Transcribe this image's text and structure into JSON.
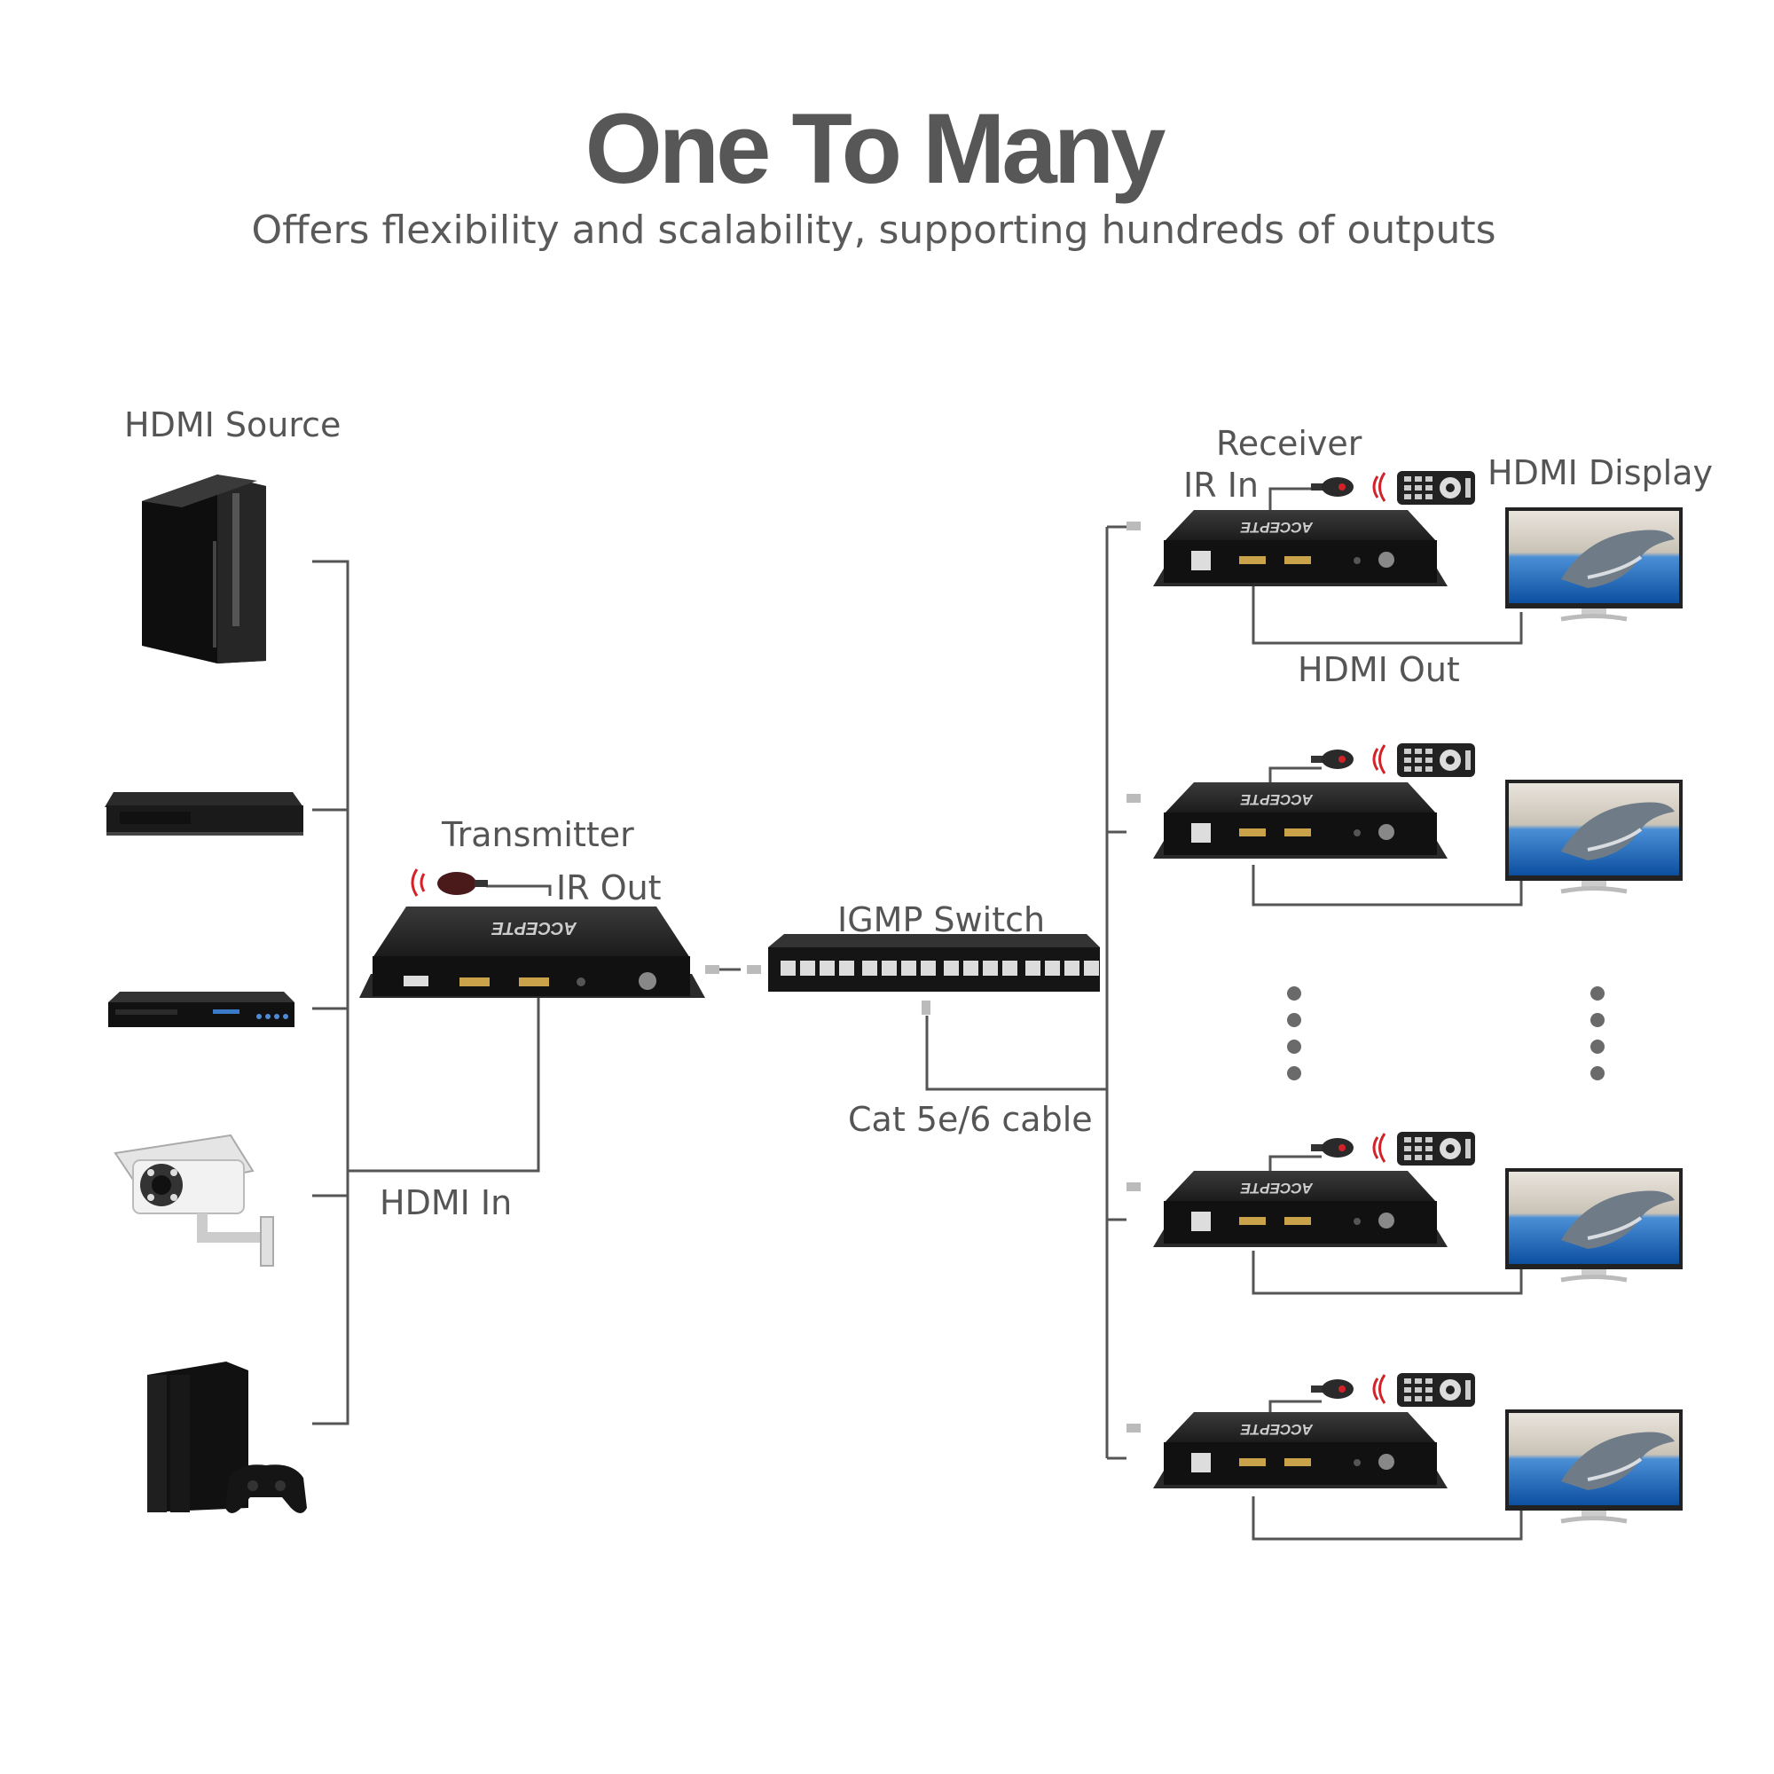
{
  "header": {
    "title": "One To Many",
    "subtitle": "Offers flexibility and scalability, supporting hundreds of outputs"
  },
  "labels": {
    "hdmi_source": "HDMI Source",
    "transmitter": "Transmitter",
    "ir_out": "IR Out",
    "hdmi_in": "HDMI In",
    "igmp_switch": "IGMP Switch",
    "cat_cable": "Cat 5e/6 cable",
    "receiver": "Receiver",
    "ir_in": "IR In",
    "hdmi_display": "HDMI Display",
    "hdmi_out": "HDMI Out"
  },
  "sources": [
    "desktop-pc-icon",
    "set-top-box-icon",
    "dvd-player-icon",
    "security-camera-icon",
    "game-console-icon"
  ],
  "receiver_count": 4,
  "colors": {
    "device": "#1c1c1c",
    "line": "#555555",
    "ir_red": "#d2232a",
    "screen_water": "#1b6fc4"
  }
}
